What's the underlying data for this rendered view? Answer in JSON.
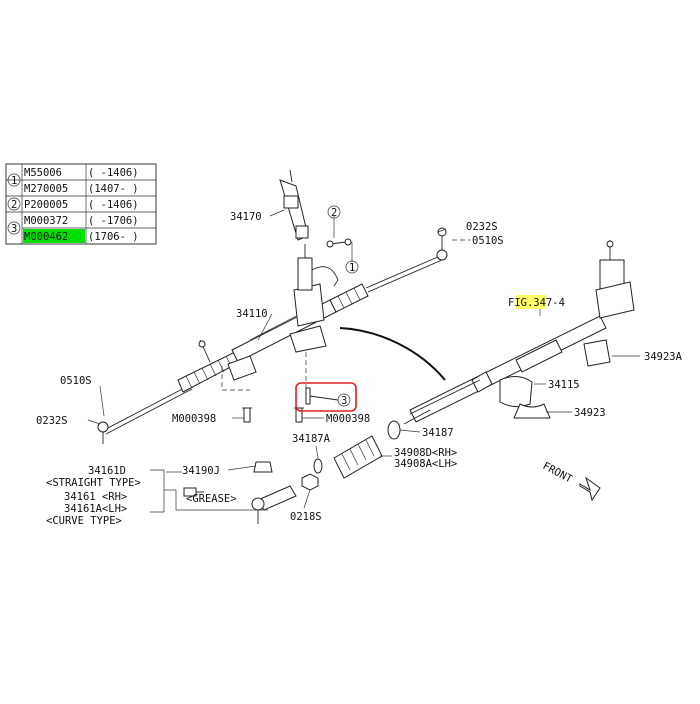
{
  "legend": {
    "rows": [
      {
        "num": "1",
        "part": "M55006",
        "range": "( -1406)"
      },
      {
        "num": "",
        "part": "M270005",
        "range": "(1407- )"
      },
      {
        "num": "2",
        "part": "P200005",
        "range": "( -1406)"
      },
      {
        "num": "3",
        "part": "M000372",
        "range": "( -1706)"
      },
      {
        "num": "",
        "part": "M000462",
        "range": "(1706- )"
      }
    ],
    "highlight_color": "#00e000"
  },
  "labels": {
    "l34170": "34170",
    "l0232s_top": "0232S",
    "l0510s_top": "0510S",
    "l34110": "34110",
    "lfig": "FIG.347-4",
    "l34923a": "34923A",
    "l0510s_left": "0510S",
    "l0232s_left": "0232S",
    "l34115": "34115",
    "l34923": "34923",
    "lm000398_left": "M000398",
    "lm000398_right": "M000398",
    "l34187": "34187",
    "l34187a": "34187A",
    "l34908d": "34908D<RH>",
    "l34908a": "34908A<LH>",
    "l34161d": "34161D",
    "lstraight": "<STRAIGHT TYPE>",
    "l34190j": "34190J",
    "l34161": "34161 <RH>",
    "l34161a": "34161A<LH>",
    "lgrease": "<GREASE>",
    "lcurve": "<CURVE TYPE>",
    "l0218s": "0218S",
    "lfront": "FRONT"
  },
  "callouts": {
    "c1": "1",
    "c2": "2",
    "c3": "3"
  },
  "colors": {
    "fig_highlight": "#ffff66",
    "callout_box": "#e02020"
  }
}
